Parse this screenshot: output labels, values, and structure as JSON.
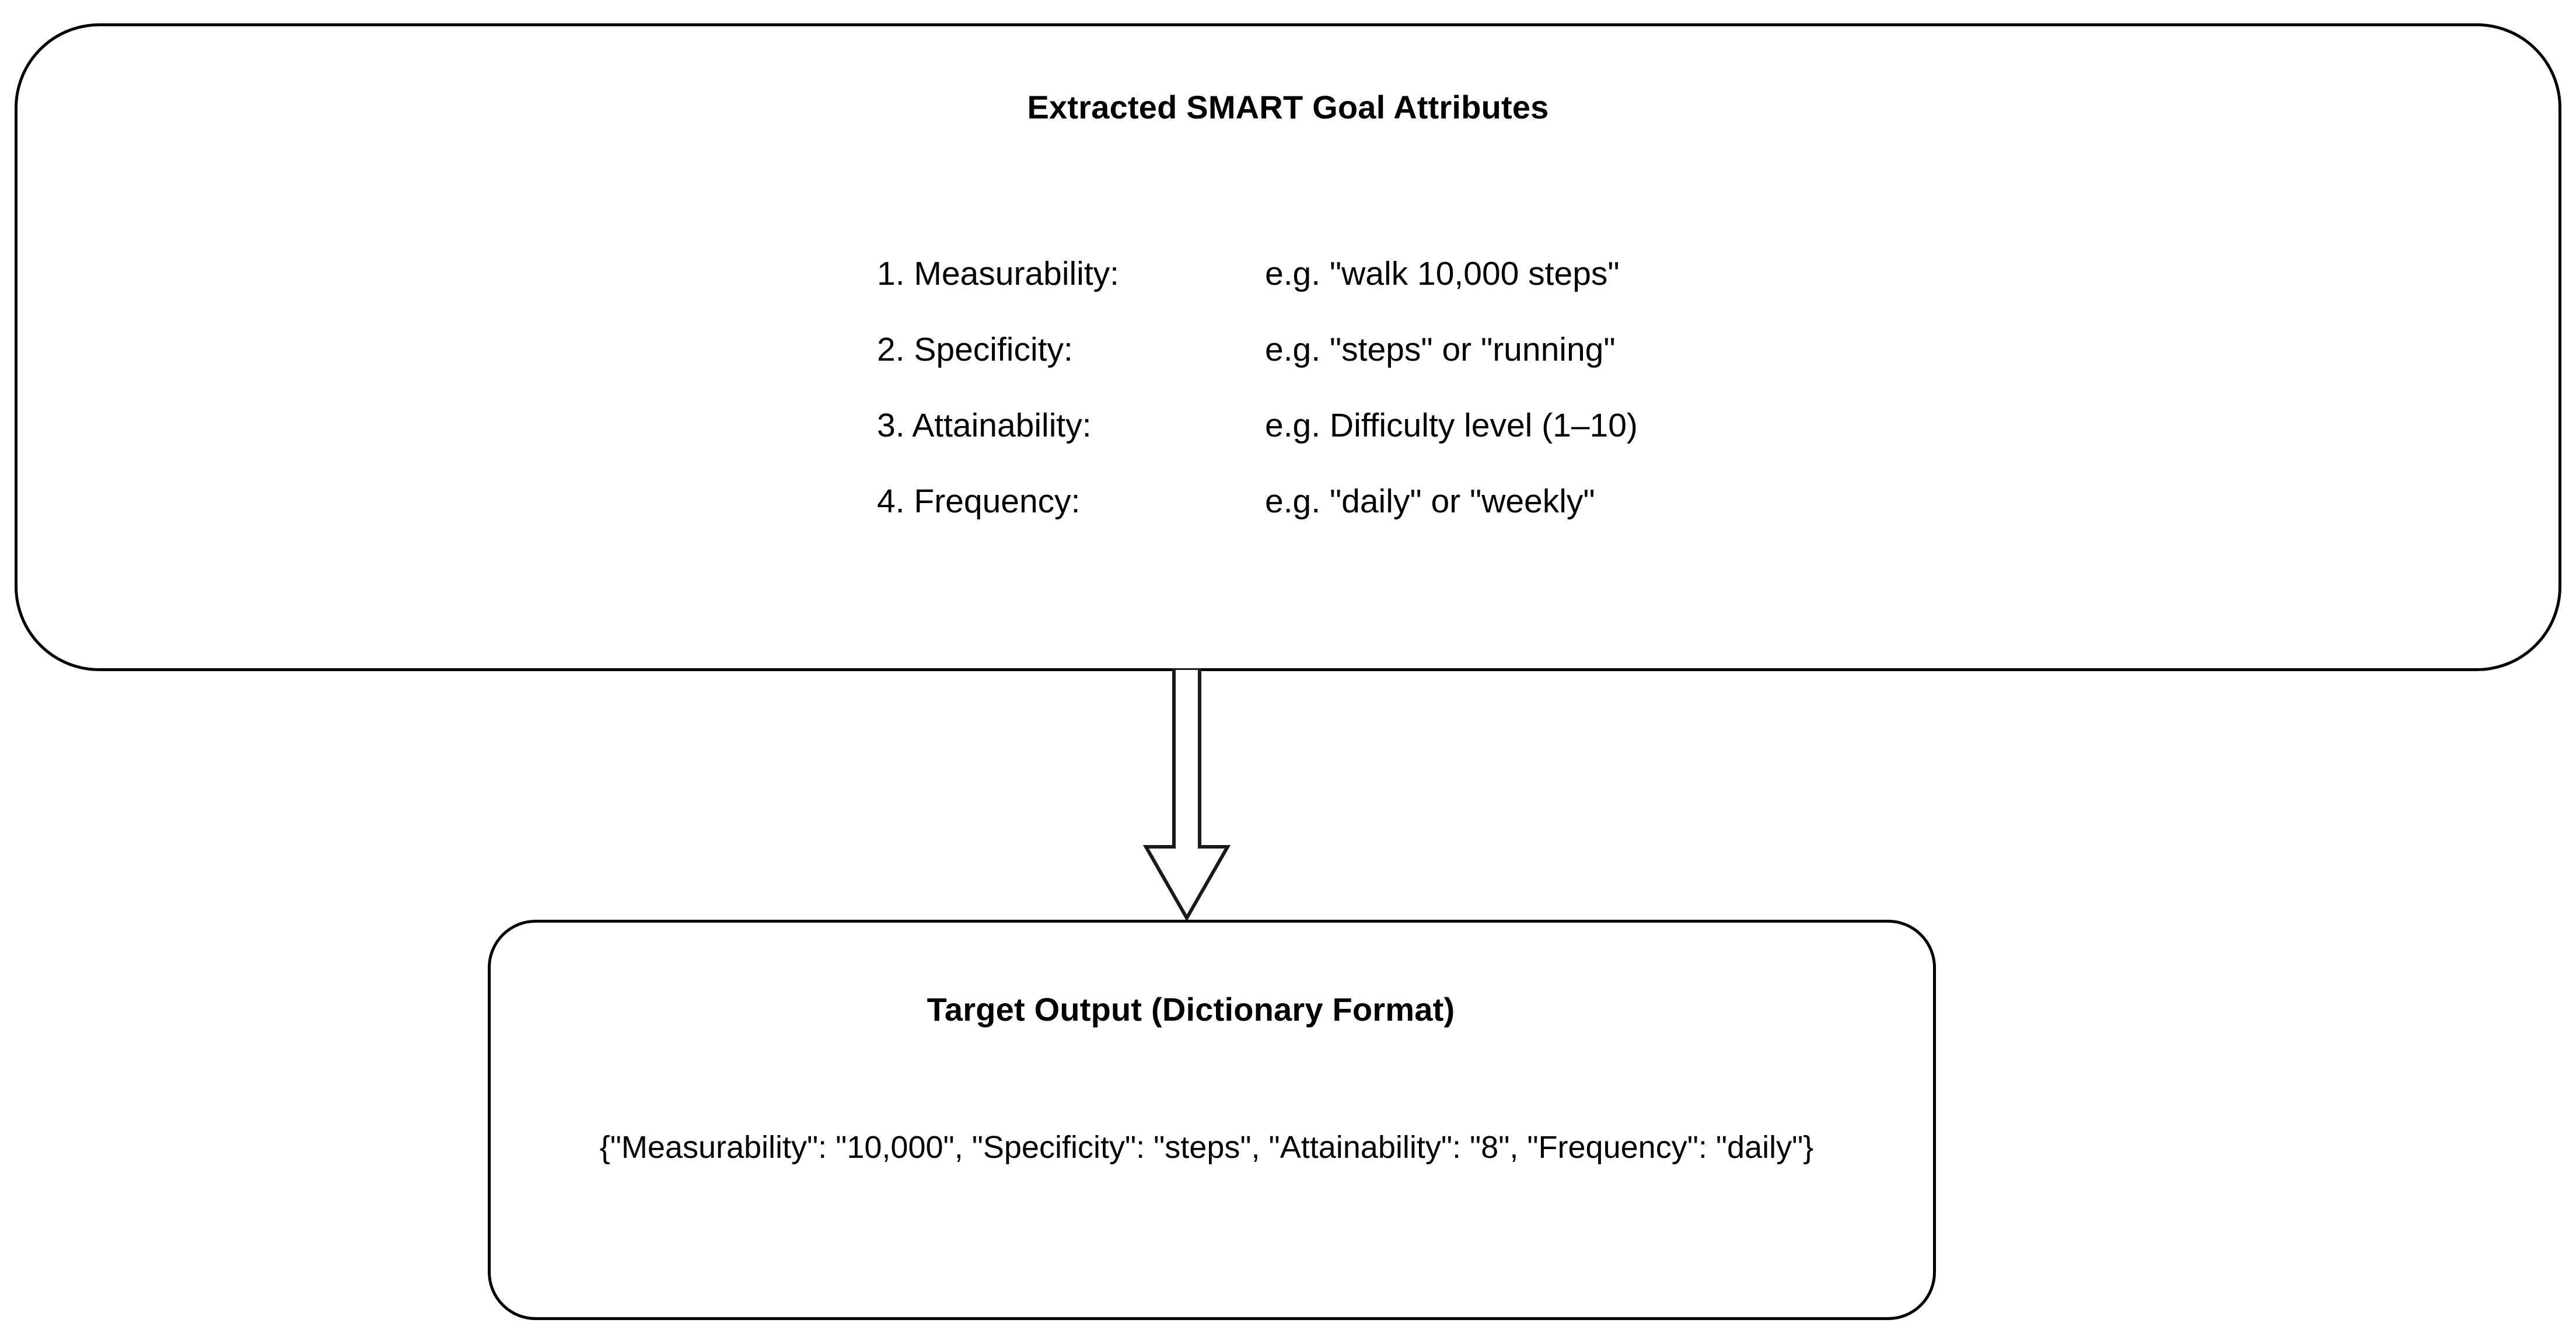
{
  "diagram": {
    "type": "flowchart",
    "direction": "top-to-bottom",
    "background_color": "#ffffff",
    "stroke_color": "#000000",
    "text_color": "#000000"
  },
  "attributes_box": {
    "title": "Extracted SMART Goal Attributes",
    "items": [
      {
        "label": "1. Measurability:",
        "example": "e.g. \"walk 10,000 steps\""
      },
      {
        "label": "2. Specificity:",
        "example": "e.g. \"steps\" or \"running\""
      },
      {
        "label": "3. Attainability:",
        "example": "e.g. Difficulty level (1–10)"
      },
      {
        "label": "4. Frequency:",
        "example": "e.g. \"daily\" or \"weekly\""
      }
    ]
  },
  "connector": {
    "icon": "down-block-arrow-icon",
    "direction": "down",
    "style": "hollow-outlined"
  },
  "output_box": {
    "title": "Target Output (Dictionary Format)",
    "dictionary_text": "{\"Measurability\": \"10,000\", \"Specificity\": \"steps\", \"Attainability\": \"8\", \"Frequency\": \"daily\"}"
  }
}
